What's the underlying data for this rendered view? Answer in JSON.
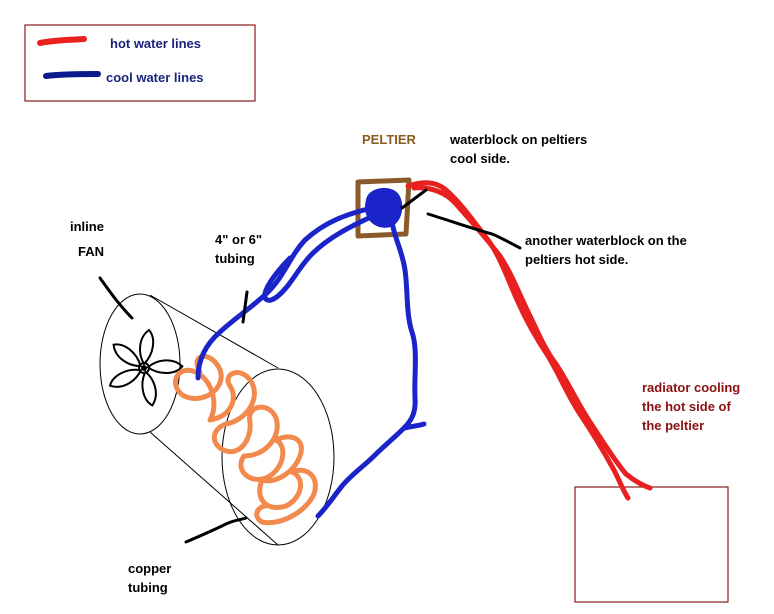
{
  "colors": {
    "hot_line": "#e82020",
    "cool_line": "#1a24c8",
    "legend_cool_line": "#0a1a8a",
    "copper": "#f28a4e",
    "peltier_frame": "#8b5a2b",
    "legend_border": "#8b1a1a",
    "radiator_border": "#8b1a1a",
    "radiator_label": "#8b1010",
    "peltier_label": "#8b5a1e"
  },
  "legend": {
    "hot_label": "hot water lines",
    "cool_label": "cool water lines"
  },
  "labels": {
    "peltier": "PELTIER",
    "cool_waterblock": [
      "waterblock on peltiers",
      "cool side."
    ],
    "hot_waterblock": [
      "another waterblock on the",
      "peltiers hot side."
    ],
    "fan": [
      "inline",
      "FAN"
    ],
    "tubing": [
      "4\" or 6\"",
      "tubing"
    ],
    "radiator": [
      "radiator cooling",
      "the hot side of",
      "the peltier"
    ],
    "copper": [
      "copper",
      "tubing"
    ]
  },
  "icons": {
    "fan": "fan-icon"
  }
}
